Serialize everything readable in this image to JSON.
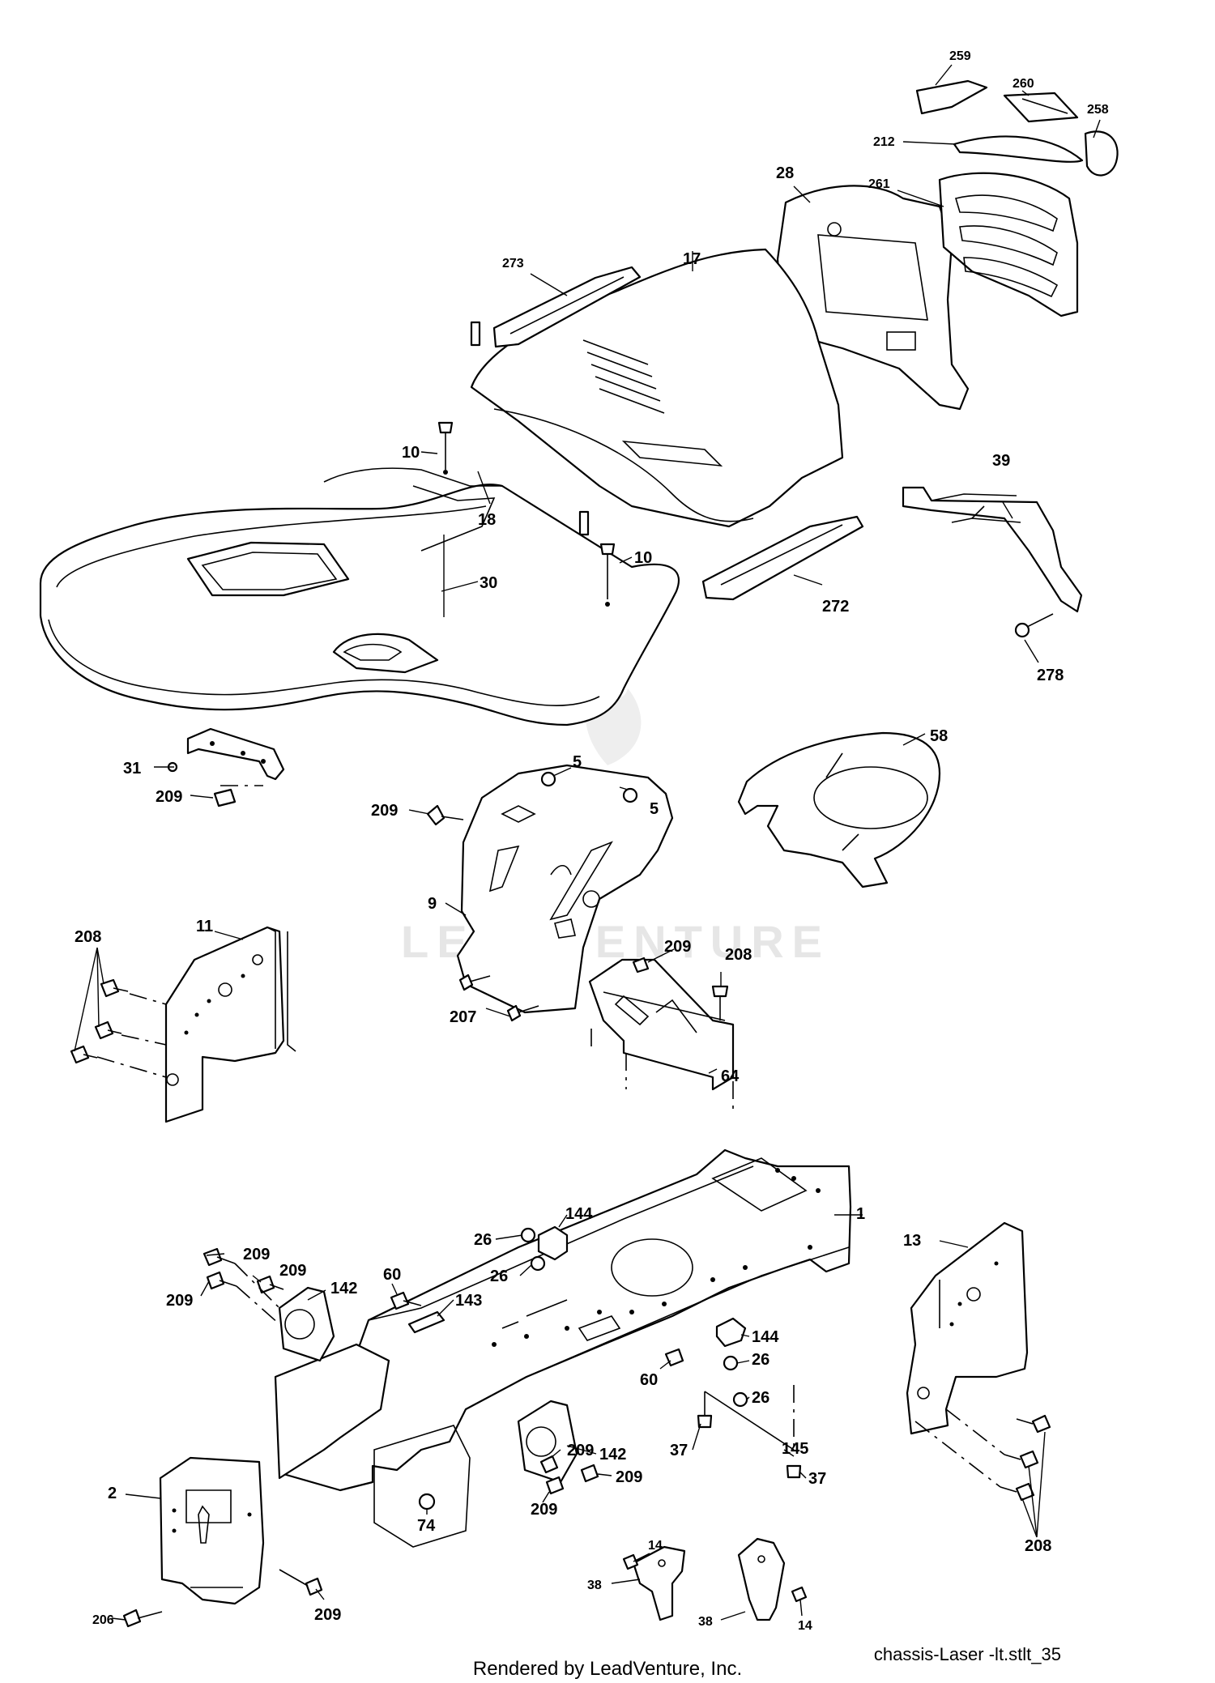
{
  "diagram": {
    "reference": "chassis-Laser -lt.stlt_35",
    "rendered_by": "Rendered by LeadVenture, Inc.",
    "watermark": "LEADVENTURE",
    "callouts": [
      {
        "id": "c259",
        "text": "259"
      },
      {
        "id": "c260",
        "text": "260"
      },
      {
        "id": "c258",
        "text": "258"
      },
      {
        "id": "c212",
        "text": "212"
      },
      {
        "id": "c28",
        "text": "28"
      },
      {
        "id": "c261",
        "text": "261"
      },
      {
        "id": "c273",
        "text": "273"
      },
      {
        "id": "c17",
        "text": "17"
      },
      {
        "id": "c10a",
        "text": "10"
      },
      {
        "id": "c18",
        "text": "18"
      },
      {
        "id": "c10b",
        "text": "10"
      },
      {
        "id": "c30",
        "text": "30"
      },
      {
        "id": "c272",
        "text": "272"
      },
      {
        "id": "c39",
        "text": "39"
      },
      {
        "id": "c278",
        "text": "278"
      },
      {
        "id": "c31",
        "text": "31"
      },
      {
        "id": "c209a",
        "text": "209"
      },
      {
        "id": "c5a",
        "text": "5"
      },
      {
        "id": "c5b",
        "text": "5"
      },
      {
        "id": "c58",
        "text": "58"
      },
      {
        "id": "c209b",
        "text": "209"
      },
      {
        "id": "c9",
        "text": "9"
      },
      {
        "id": "c208a",
        "text": "208"
      },
      {
        "id": "c11",
        "text": "11"
      },
      {
        "id": "c209c",
        "text": "209"
      },
      {
        "id": "c208b",
        "text": "208"
      },
      {
        "id": "c207",
        "text": "207"
      },
      {
        "id": "c64",
        "text": "64"
      },
      {
        "id": "c1",
        "text": "1"
      },
      {
        "id": "c144a",
        "text": "144"
      },
      {
        "id": "c26a",
        "text": "26"
      },
      {
        "id": "c26b",
        "text": "26"
      },
      {
        "id": "c13",
        "text": "13"
      },
      {
        "id": "c209d",
        "text": "209"
      },
      {
        "id": "c209e",
        "text": "209"
      },
      {
        "id": "c209f",
        "text": "209"
      },
      {
        "id": "c142a",
        "text": "142"
      },
      {
        "id": "c60a",
        "text": "60"
      },
      {
        "id": "c143",
        "text": "143"
      },
      {
        "id": "c144b",
        "text": "144"
      },
      {
        "id": "c26c",
        "text": "26"
      },
      {
        "id": "c60b",
        "text": "60"
      },
      {
        "id": "c26d",
        "text": "26"
      },
      {
        "id": "c142b",
        "text": "142"
      },
      {
        "id": "c209g",
        "text": "209"
      },
      {
        "id": "c37a",
        "text": "37"
      },
      {
        "id": "c145",
        "text": "145"
      },
      {
        "id": "c2",
        "text": "2"
      },
      {
        "id": "c209h",
        "text": "209"
      },
      {
        "id": "c209i",
        "text": "209"
      },
      {
        "id": "c37b",
        "text": "37"
      },
      {
        "id": "c74",
        "text": "74"
      },
      {
        "id": "c14a",
        "text": "14"
      },
      {
        "id": "c208c",
        "text": "208"
      },
      {
        "id": "c38a",
        "text": "38"
      },
      {
        "id": "c206",
        "text": "206"
      },
      {
        "id": "c209j",
        "text": "209"
      },
      {
        "id": "c38b",
        "text": "38"
      },
      {
        "id": "c14b",
        "text": "14"
      }
    ]
  }
}
